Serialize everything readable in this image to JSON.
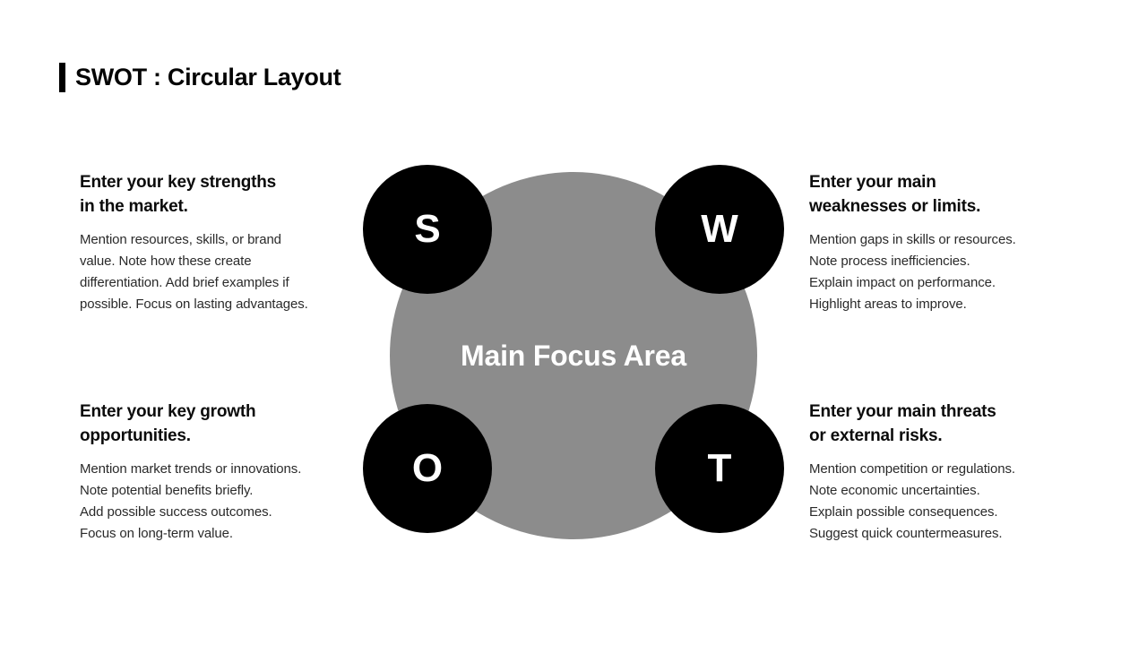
{
  "title": {
    "text": "SWOT : Circular Layout"
  },
  "diagram": {
    "center_label": "Main Focus Area",
    "colors": {
      "center_circle": "#8c8c8c",
      "node_circle": "#000000",
      "node_letter": "#ffffff",
      "center_label_text": "#ffffff",
      "accent_bar": "#000000"
    },
    "nodes": [
      {
        "letter": "S"
      },
      {
        "letter": "W"
      },
      {
        "letter": "O"
      },
      {
        "letter": "T"
      }
    ]
  },
  "quadrants": [
    {
      "id": "strengths",
      "heading_lines": [
        "Enter your key strengths",
        "in the market."
      ],
      "body_lines": [
        "Mention resources, skills, or brand",
        "value. Note how these create",
        "differentiation. Add brief examples if",
        "possible. Focus on lasting advantages."
      ]
    },
    {
      "id": "weaknesses",
      "heading_lines": [
        "Enter your main",
        "weaknesses or limits."
      ],
      "body_lines": [
        "Mention gaps in skills or resources.",
        "Note process inefficiencies.",
        "Explain impact on performance.",
        "Highlight areas to improve."
      ]
    },
    {
      "id": "opportunities",
      "heading_lines": [
        "Enter your key growth",
        "opportunities."
      ],
      "body_lines": [
        "Mention market trends or innovations.",
        "Note potential benefits briefly.",
        "Add possible success outcomes.",
        "Focus on long-term value."
      ]
    },
    {
      "id": "threats",
      "heading_lines": [
        "Enter your main threats",
        "or external risks."
      ],
      "body_lines": [
        "Mention competition or regulations.",
        "Note economic uncertainties.",
        "Explain possible consequences.",
        "Suggest quick countermeasures."
      ]
    }
  ]
}
